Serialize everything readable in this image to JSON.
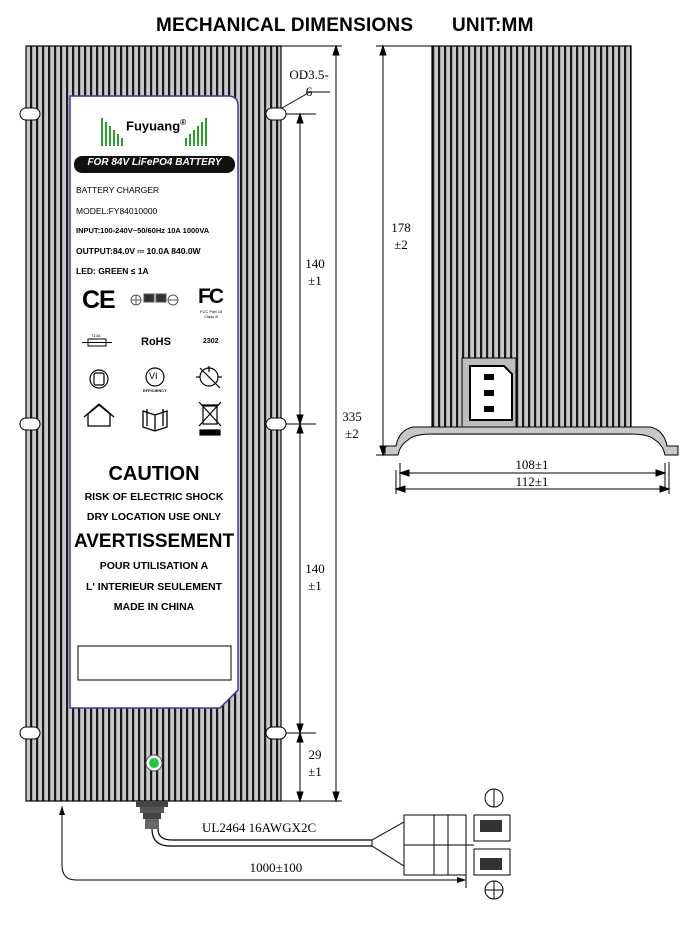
{
  "header": {
    "title": "MECHANICAL DIMENSIONS",
    "unit": "UNIT:MM"
  },
  "label": {
    "brand": "Fuyuang",
    "brand_reg": "®",
    "banner": "FOR 84V LiFePO4 BATTERY",
    "product": "BATTERY CHARGER",
    "model": "MODEL:FY84010000",
    "input": "INPUT:100-240V~50/60Hz 10A 1000VA",
    "output": "OUTPUT:84.0V ⎓ 10.0A 840.0W",
    "led": "LED: GREEN ≤ 1A",
    "ce": "CE",
    "fc": "FC",
    "fcc_note_1": "FCC Part 15",
    "fcc_note_2": "Class B",
    "fuse": "T10A",
    "rohs": "RoHS",
    "code": "2302",
    "efficiency": "VI",
    "efficiency_label": "EFFICIENCY",
    "caution": "CAUTION",
    "caution_line1": "RISK OF ELECTRIC SHOCK",
    "caution_line2": "DRY LOCATION USE ONLY",
    "avert": "AVERTISSEMENT",
    "avert_line1": "POUR UTILISATION A",
    "avert_line2": "L' INTERIEUR SEULEMENT",
    "made_in": "MADE IN CHINA"
  },
  "dimensions": {
    "od_line1": "OD3.5-",
    "od_line2": "6",
    "top_section": "140",
    "top_section_tol": "±1",
    "bottom_section": "140",
    "bottom_section_tol": "±1",
    "end_section": "29",
    "end_section_tol": "±1",
    "total_length": "335",
    "total_length_tol": "±2",
    "height": "178",
    "height_tol": "±2",
    "inner_width": "108±1",
    "outer_width": "112±1",
    "cable_spec": "UL2464 16AWGX2C",
    "cable_length": "1000±100"
  },
  "colors": {
    "fin": "#1a1a1a",
    "body": "#c8c8c8",
    "label_border": "#3a3aa0",
    "led": "#22c83c",
    "brand_green": "#2ca02c"
  }
}
